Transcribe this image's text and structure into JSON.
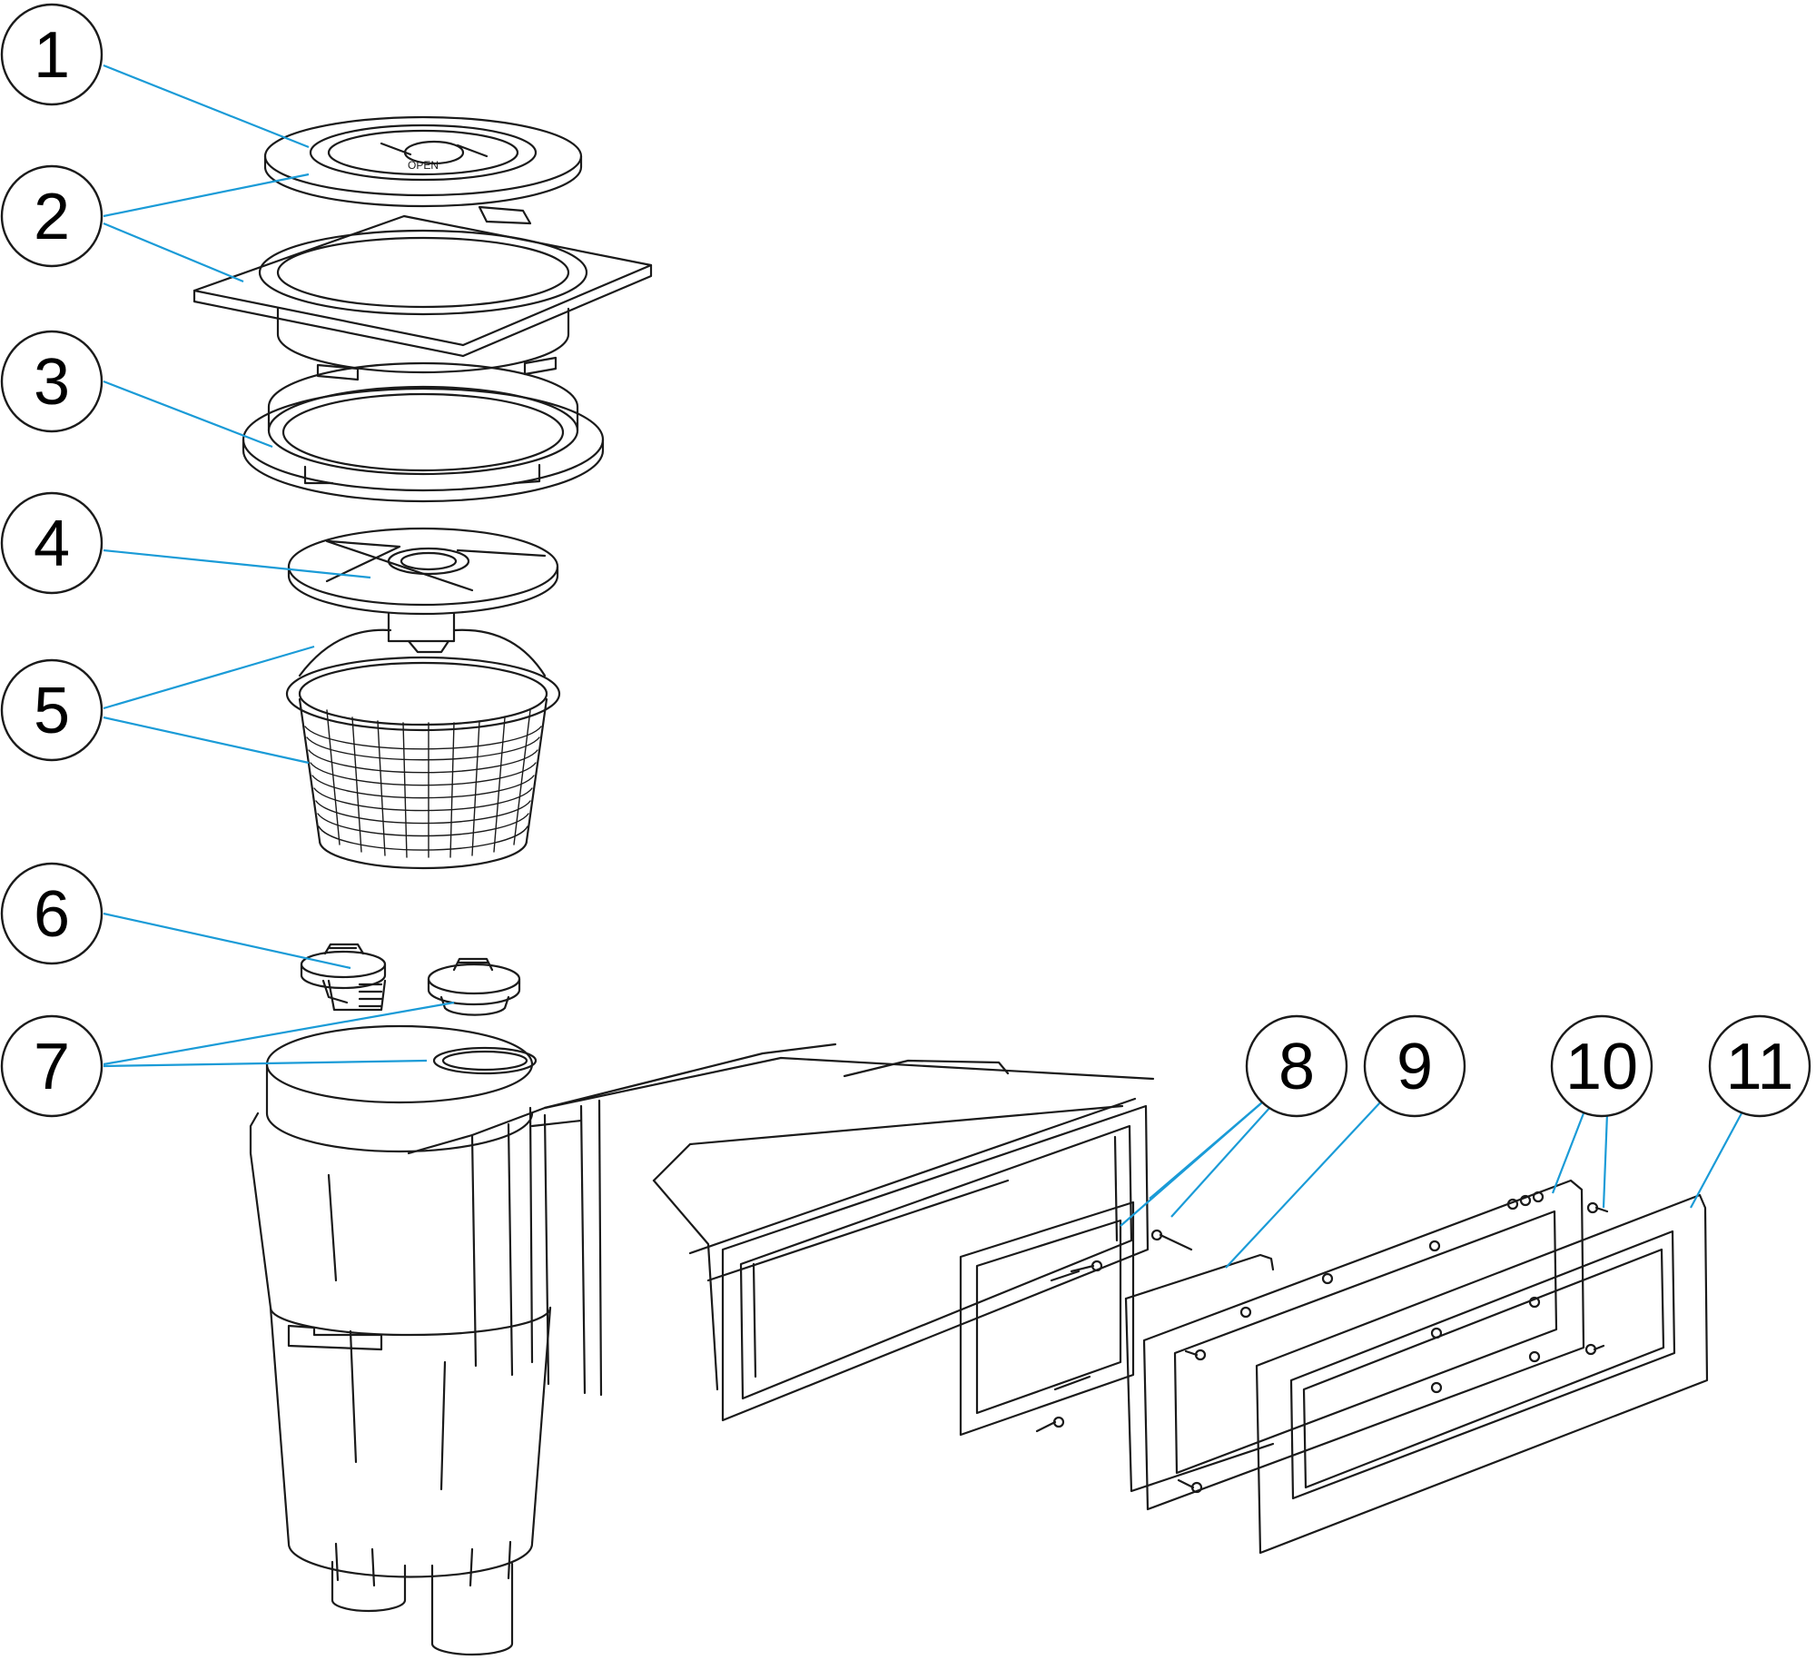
{
  "diagram": {
    "callouts": [
      {
        "id": "1",
        "label": "1"
      },
      {
        "id": "2",
        "label": "2"
      },
      {
        "id": "3",
        "label": "3"
      },
      {
        "id": "4",
        "label": "4"
      },
      {
        "id": "5",
        "label": "5"
      },
      {
        "id": "6",
        "label": "6"
      },
      {
        "id": "7",
        "label": "7"
      },
      {
        "id": "8",
        "label": "8"
      },
      {
        "id": "9",
        "label": "9"
      },
      {
        "id": "10",
        "label": "10"
      },
      {
        "id": "11",
        "label": "11"
      }
    ],
    "part_marking": "OPEN",
    "colors": {
      "leader_line": "#1a9bd7",
      "outline": "#1a1a1a",
      "background": "#ffffff"
    }
  }
}
